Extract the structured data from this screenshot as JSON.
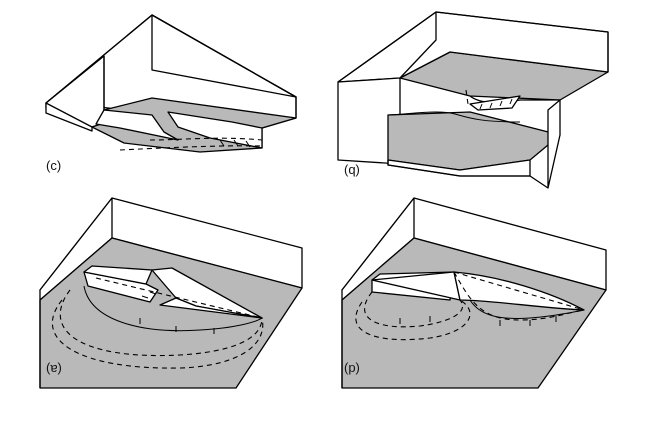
{
  "panels": [
    {
      "id": "c",
      "label": "(c)"
    },
    {
      "id": "d",
      "label": "(q)"
    },
    {
      "id": "a",
      "label": "(ɐ)"
    },
    {
      "id": "b",
      "label": "(p)"
    }
  ],
  "colors": {
    "shade": "#b9b9b9",
    "line": "#000000",
    "background": "#ffffff"
  }
}
